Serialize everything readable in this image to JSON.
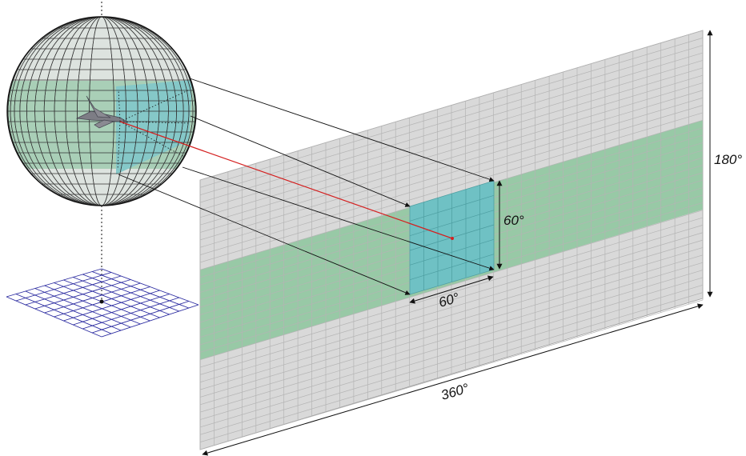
{
  "labels": {
    "screen_height": "180°",
    "screen_width": "360°",
    "fov_height": "60°",
    "fov_width": "60°"
  },
  "colors": {
    "panel_fill": "#d9d9d9",
    "panel_grid": "#b4b4b4",
    "band_fill": "#98c9a6",
    "fov_fill": "#6fc1c4",
    "globe_fill": "#dde3df",
    "globe_band": "#a9cfb7",
    "globe_fov": "#85c8c8",
    "floor_grid": "#2a2aa0",
    "pointer_line": "#d42020",
    "line": "#111111"
  }
}
